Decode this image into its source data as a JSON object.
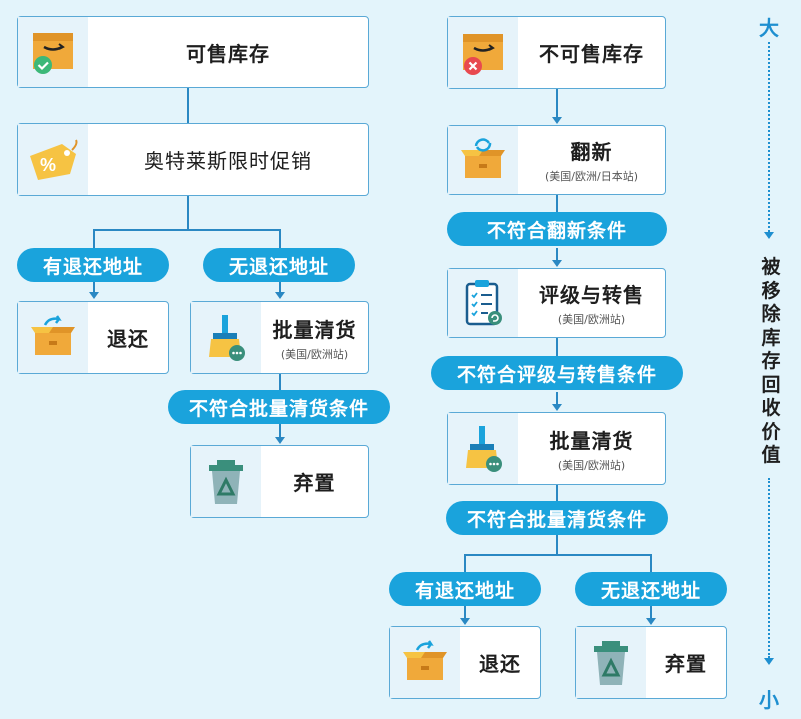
{
  "left": {
    "sellable": "可售库存",
    "outlet": "奥特莱斯限时促销",
    "has_return_addr": "有退还地址",
    "no_return_addr": "无退还地址",
    "return": "退还",
    "liquidation": "批量清货",
    "liquidation_sub": "(美国/欧洲站)",
    "not_liquidation": "不符合批量清货条件",
    "dispose": "弃置"
  },
  "right": {
    "unsellable": "不可售库存",
    "refurbish": "翻新",
    "refurbish_sub": "(美国/欧洲/日本站)",
    "not_refurbish": "不符合翻新条件",
    "grade_resell": "评级与转售",
    "grade_resell_sub": "(美国/欧洲站)",
    "not_grade_resell": "不符合评级与转售条件",
    "liquidation": "批量清货",
    "liquidation_sub": "(美国/欧洲站)",
    "not_liquidation": "不符合批量清货条件",
    "has_return_addr": "有退还地址",
    "no_return_addr": "无退还地址",
    "return": "退还",
    "dispose": "弃置"
  },
  "scale": {
    "top": "大",
    "chars": [
      "被",
      "移",
      "除",
      "库",
      "存",
      "回",
      "收",
      "价",
      "值"
    ],
    "bottom": "小"
  },
  "colors": {
    "accent": "#1aa3dc",
    "line": "#2a88c3",
    "border": "#5aa9d6",
    "background": "#e3f4fb"
  }
}
